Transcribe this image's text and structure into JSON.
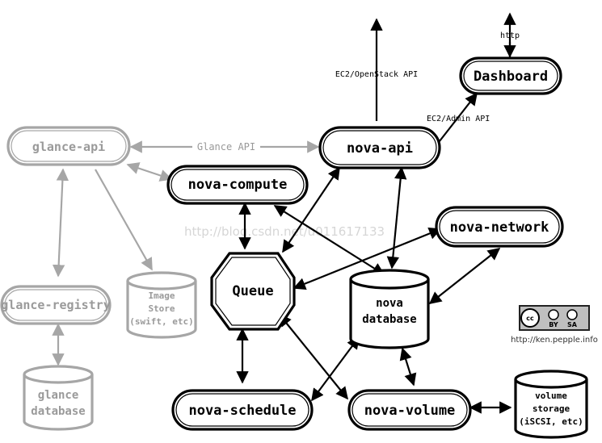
{
  "nodes": {
    "dashboard": "Dashboard",
    "nova_api": "nova-api",
    "glance_api": "glance-api",
    "nova_compute": "nova-compute",
    "nova_network": "nova-network",
    "queue": "Queue",
    "glance_registry": "glance-registry",
    "image_store": [
      "Image",
      "Store",
      "(swift, etc)"
    ],
    "nova_database": [
      "nova",
      "database"
    ],
    "glance_database": [
      "glance",
      "database"
    ],
    "nova_schedule": "nova-schedule",
    "nova_volume": "nova-volume",
    "volume_storage": [
      "volume",
      "storage",
      "(iSCSI, etc)"
    ]
  },
  "edge_labels": {
    "http": "http",
    "ec2_openstack_api": "EC2/OpenStack API",
    "ec2_admin_api": "EC2/Admin API",
    "glance_api": "Glance API"
  },
  "watermark": "http://blog.csdn.net/u011617133",
  "license": {
    "cc": "cc",
    "by": "BY",
    "sa": "SA",
    "credit": "http://ken.pepple.info"
  }
}
